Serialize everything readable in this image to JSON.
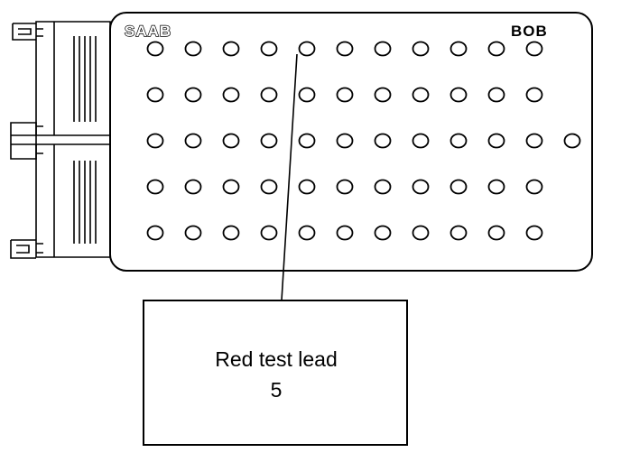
{
  "board": {
    "brand_left": "SAAB",
    "brand_right": "BOB",
    "pin_rows": [
      11,
      11,
      12,
      11,
      11
    ]
  },
  "callout": {
    "line1": "Red test lead",
    "line2": "5",
    "target_pin": 5
  },
  "colors": {
    "ink": "#000000",
    "paper": "#ffffff"
  }
}
